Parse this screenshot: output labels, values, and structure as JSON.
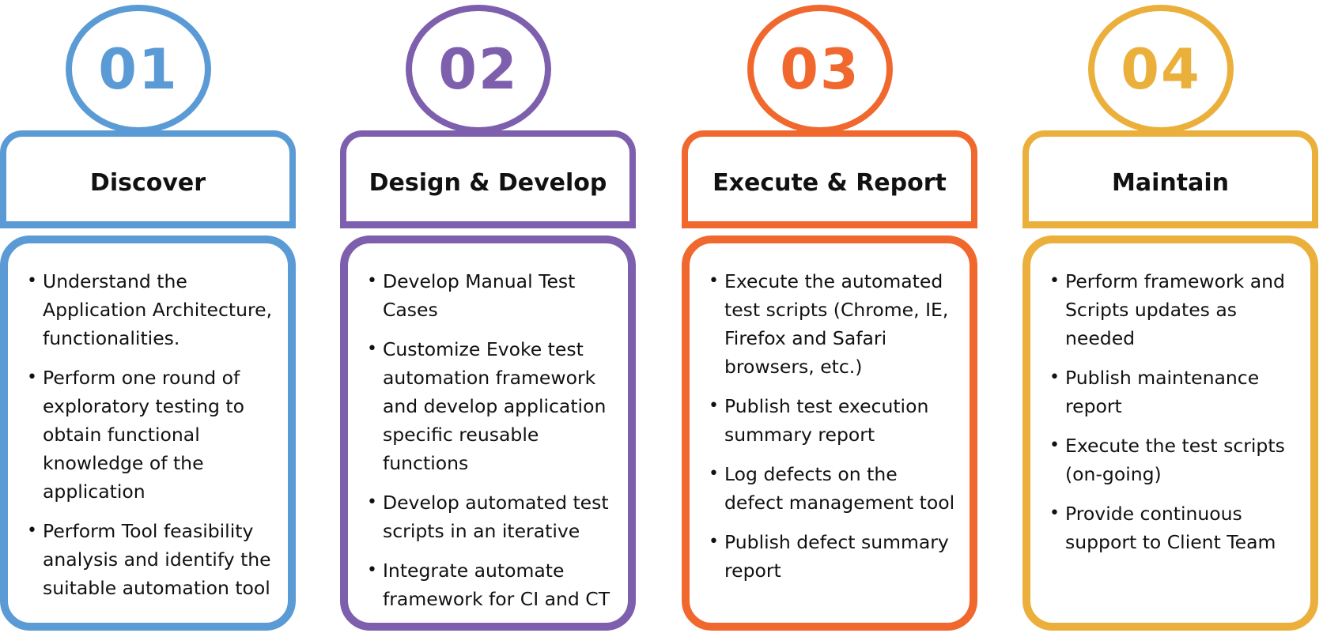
{
  "stages": [
    {
      "number": "01",
      "title": "Discover",
      "color": "#5b9bd5",
      "bullets": [
        "Understand the Application Architecture, functionalities.",
        "Perform one round of exploratory testing to obtain functional knowledge of the application",
        "Perform Tool feasibility analysis and identify the suitable automation tool"
      ]
    },
    {
      "number": "02",
      "title": "Design & Develop",
      "color": "#7e5fad",
      "bullets": [
        "Develop Manual Test Cases",
        "Customize Evoke test automation framework and develop application specific reusable functions",
        "Develop automated test scripts in an iterative",
        "Integrate automate framework for CI and CT"
      ]
    },
    {
      "number": "03",
      "title": "Execute & Report",
      "color": "#f0682d",
      "bullets": [
        "Execute the automated test scripts (Chrome, IE, Firefox and Safari browsers, etc.)",
        "Publish test execution summary report",
        "Log defects on the defect management tool",
        "Publish defect summary report"
      ]
    },
    {
      "number": "04",
      "title": "Maintain",
      "color": "#ebb03b",
      "bullets": [
        "Perform framework and Scripts updates as needed",
        "Publish maintenance report",
        "Execute the test scripts (on-going)",
        "Provide continuous support to Client Team"
      ]
    }
  ]
}
